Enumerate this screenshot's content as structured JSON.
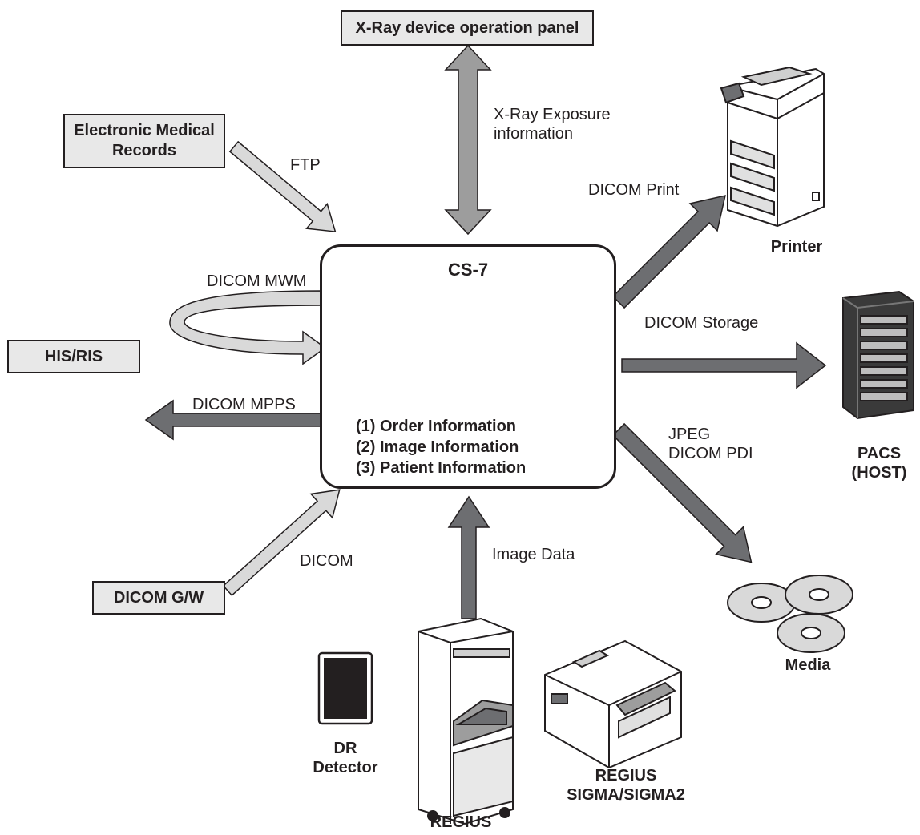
{
  "nodes": {
    "xray_panel": "X-Ray device operation panel",
    "emr": "Electronic Medical Records",
    "his_ris": "HIS/RIS",
    "dicom_gw": "DICOM G/W",
    "cs7": {
      "title": "CS-7",
      "items": [
        "(1) Order Information",
        "(2) Image Information",
        "(3) Patient Information"
      ]
    },
    "printer": "Printer",
    "pacs": [
      "PACS",
      "(HOST)"
    ],
    "media": "Media",
    "dr_detector": [
      "DR",
      "Detector"
    ],
    "regius": "REGIUS",
    "regius_sigma": [
      "REGIUS",
      "SIGMA/SIGMA2"
    ]
  },
  "flows": {
    "xray_exposure": [
      "X-Ray Exposure",
      "information"
    ],
    "ftp": "FTP",
    "dicom_mwm": "DICOM MWM",
    "dicom_mpps": "DICOM MPPS",
    "dicom": "DICOM",
    "image_data": "Image Data",
    "dicom_print": "DICOM Print",
    "dicom_storage": "DICOM Storage",
    "media_formats": [
      "JPEG",
      "DICOM PDI"
    ]
  },
  "colors": {
    "light_arrow": "#d9d9d9",
    "dark_arrow": "#6d6e71",
    "outline": "#231f20",
    "box_fill": "#e8e8e8"
  }
}
